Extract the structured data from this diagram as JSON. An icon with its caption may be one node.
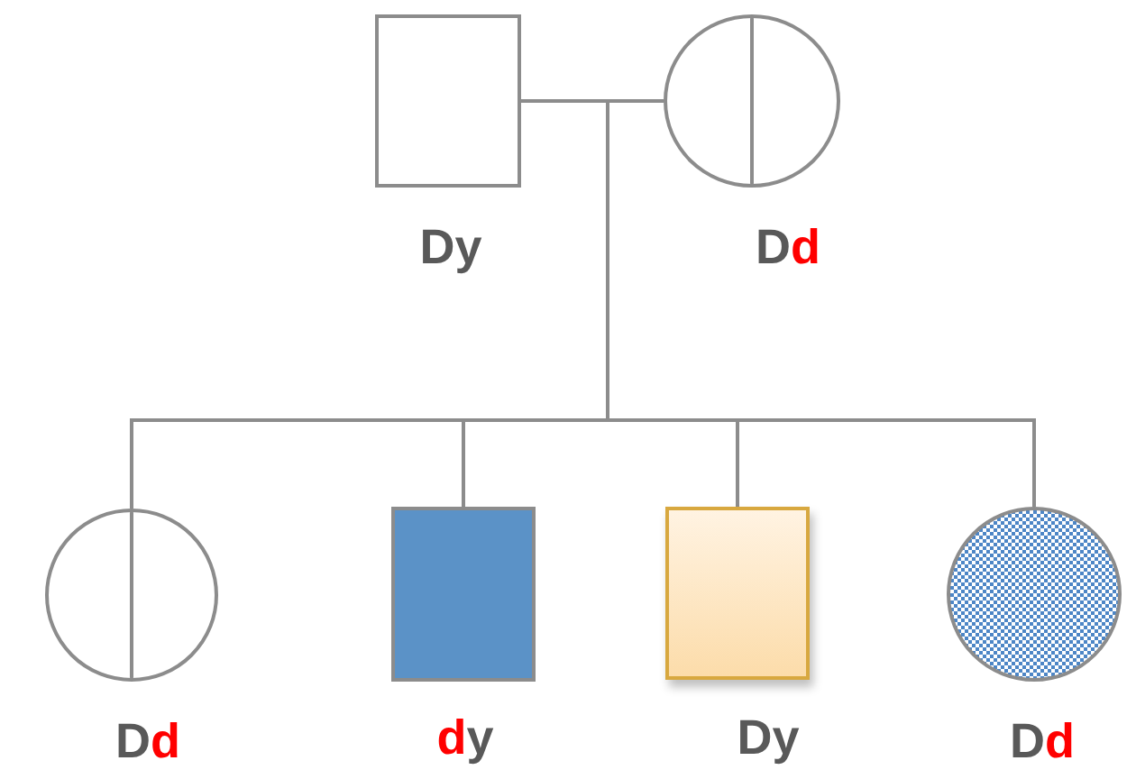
{
  "diagram": {
    "nodes": [
      {
        "text": [],
        "shape": "box",
        "beside": [
          "Dy"
        ]
      },
      {
        "text": [],
        "shape": "circle",
        "beside": [
          "Dd"
        ]
      },
      {
        "text": [],
        "shape": "circle",
        "beside": [
          "Dd"
        ]
      },
      {
        "text": [],
        "shape": "box",
        "beside": [
          "dy"
        ]
      },
      {
        "text": [],
        "shape": "box",
        "beside": [
          "Dy"
        ]
      },
      {
        "text": [],
        "shape": "circle",
        "beside": [
          "Dd"
        ]
      }
    ],
    "edges": [
      {
        "from": 0,
        "to": 1,
        "arrow": "none"
      },
      {
        "from": null,
        "to": 2,
        "arrow": "none"
      },
      {
        "from": null,
        "to": 3,
        "arrow": "none"
      },
      {
        "from": null,
        "to": 4,
        "arrow": "none"
      },
      {
        "from": null,
        "to": 5,
        "arrow": "none"
      }
    ]
  }
}
